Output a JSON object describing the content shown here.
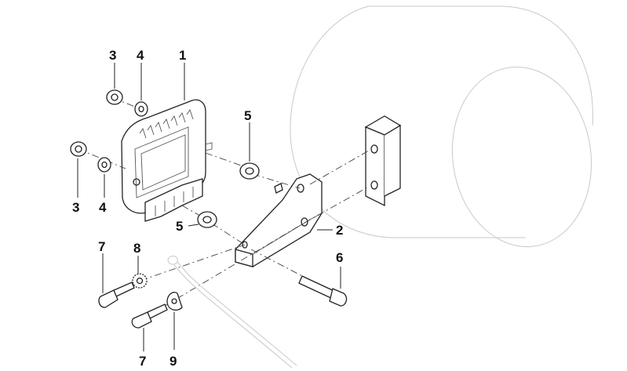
{
  "callouts": [
    {
      "id": "c1",
      "text": "1"
    },
    {
      "id": "c2",
      "text": "2"
    },
    {
      "id": "c3a",
      "text": "3"
    },
    {
      "id": "c3b",
      "text": "3"
    },
    {
      "id": "c4a",
      "text": "4"
    },
    {
      "id": "c4b",
      "text": "4"
    },
    {
      "id": "c5a",
      "text": "5"
    },
    {
      "id": "c5b",
      "text": "5"
    },
    {
      "id": "c6",
      "text": "6"
    },
    {
      "id": "c7a",
      "text": "7"
    },
    {
      "id": "c7b",
      "text": "7"
    },
    {
      "id": "c8",
      "text": "8"
    },
    {
      "id": "c9",
      "text": "9"
    }
  ]
}
